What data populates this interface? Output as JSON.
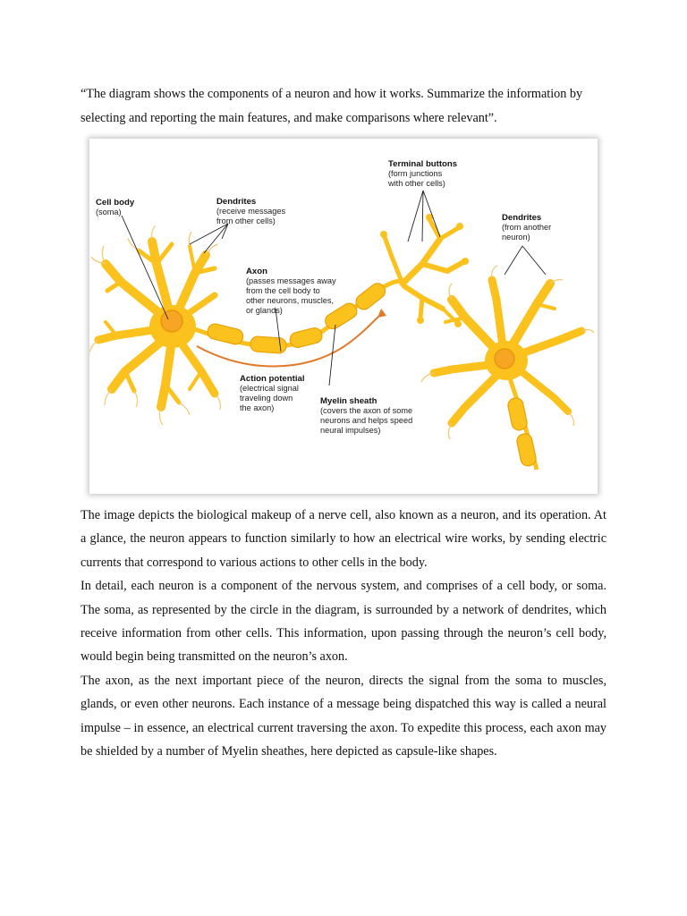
{
  "prompt": "“The diagram shows the components of a neuron and how it works. Summarize the information by selecting and reporting the main features, and make comparisons where relevant”.",
  "diagram": {
    "cell_body": {
      "title": "Cell body",
      "sub": [
        "(soma)"
      ]
    },
    "dendrites": {
      "title": "Dendrites",
      "sub": [
        "(receive messages",
        "from other cells)"
      ]
    },
    "axon": {
      "title": "Axon",
      "sub": [
        "(passes messages away",
        "from the cell body to",
        "other neurons, muscles,",
        "or glands)"
      ]
    },
    "terminal_buttons": {
      "title": "Terminal buttons",
      "sub": [
        "(form junctions",
        "with other cells)"
      ]
    },
    "dendrites_other": {
      "title": "Dendrites",
      "sub": [
        "(from another",
        "neuron)"
      ]
    },
    "action_potential": {
      "title": "Action potential",
      "sub": [
        "(electrical signal",
        "traveling down",
        "the axon)"
      ]
    },
    "myelin": {
      "title": "Myelin sheath",
      "sub": [
        "(covers the axon of some",
        "neurons and helps speed",
        "neural impulses)"
      ]
    },
    "colors": {
      "neuron": "#fbc21e",
      "neuron_edge": "#e9a20a",
      "soma": "#f6a623",
      "arrow": "#e07b2c"
    }
  },
  "paragraphs": [
    "The image depicts the biological makeup of a nerve cell, also known as a neuron, and its operation. At a glance, the neuron appears to function similarly to how an electrical wire works, by sending electric currents that correspond to various actions to other cells in the body.",
    "In detail, each neuron is a component of the nervous system, and comprises of a cell body, or soma. The soma, as represented by the circle in the diagram, is surrounded by a network of dendrites, which receive information from other cells. This information, upon passing through the neuron’s cell body, would begin being transmitted on the neuron’s axon.",
    "The axon, as the next important piece of the neuron, directs the signal from the soma to muscles, glands, or even other neurons. Each instance of a message being dispatched this way is called a neural impulse – in essence, an electrical current traversing the axon. To expedite this process, each axon may be shielded by a number of Myelin sheathes, here depicted as capsule-like shapes."
  ]
}
